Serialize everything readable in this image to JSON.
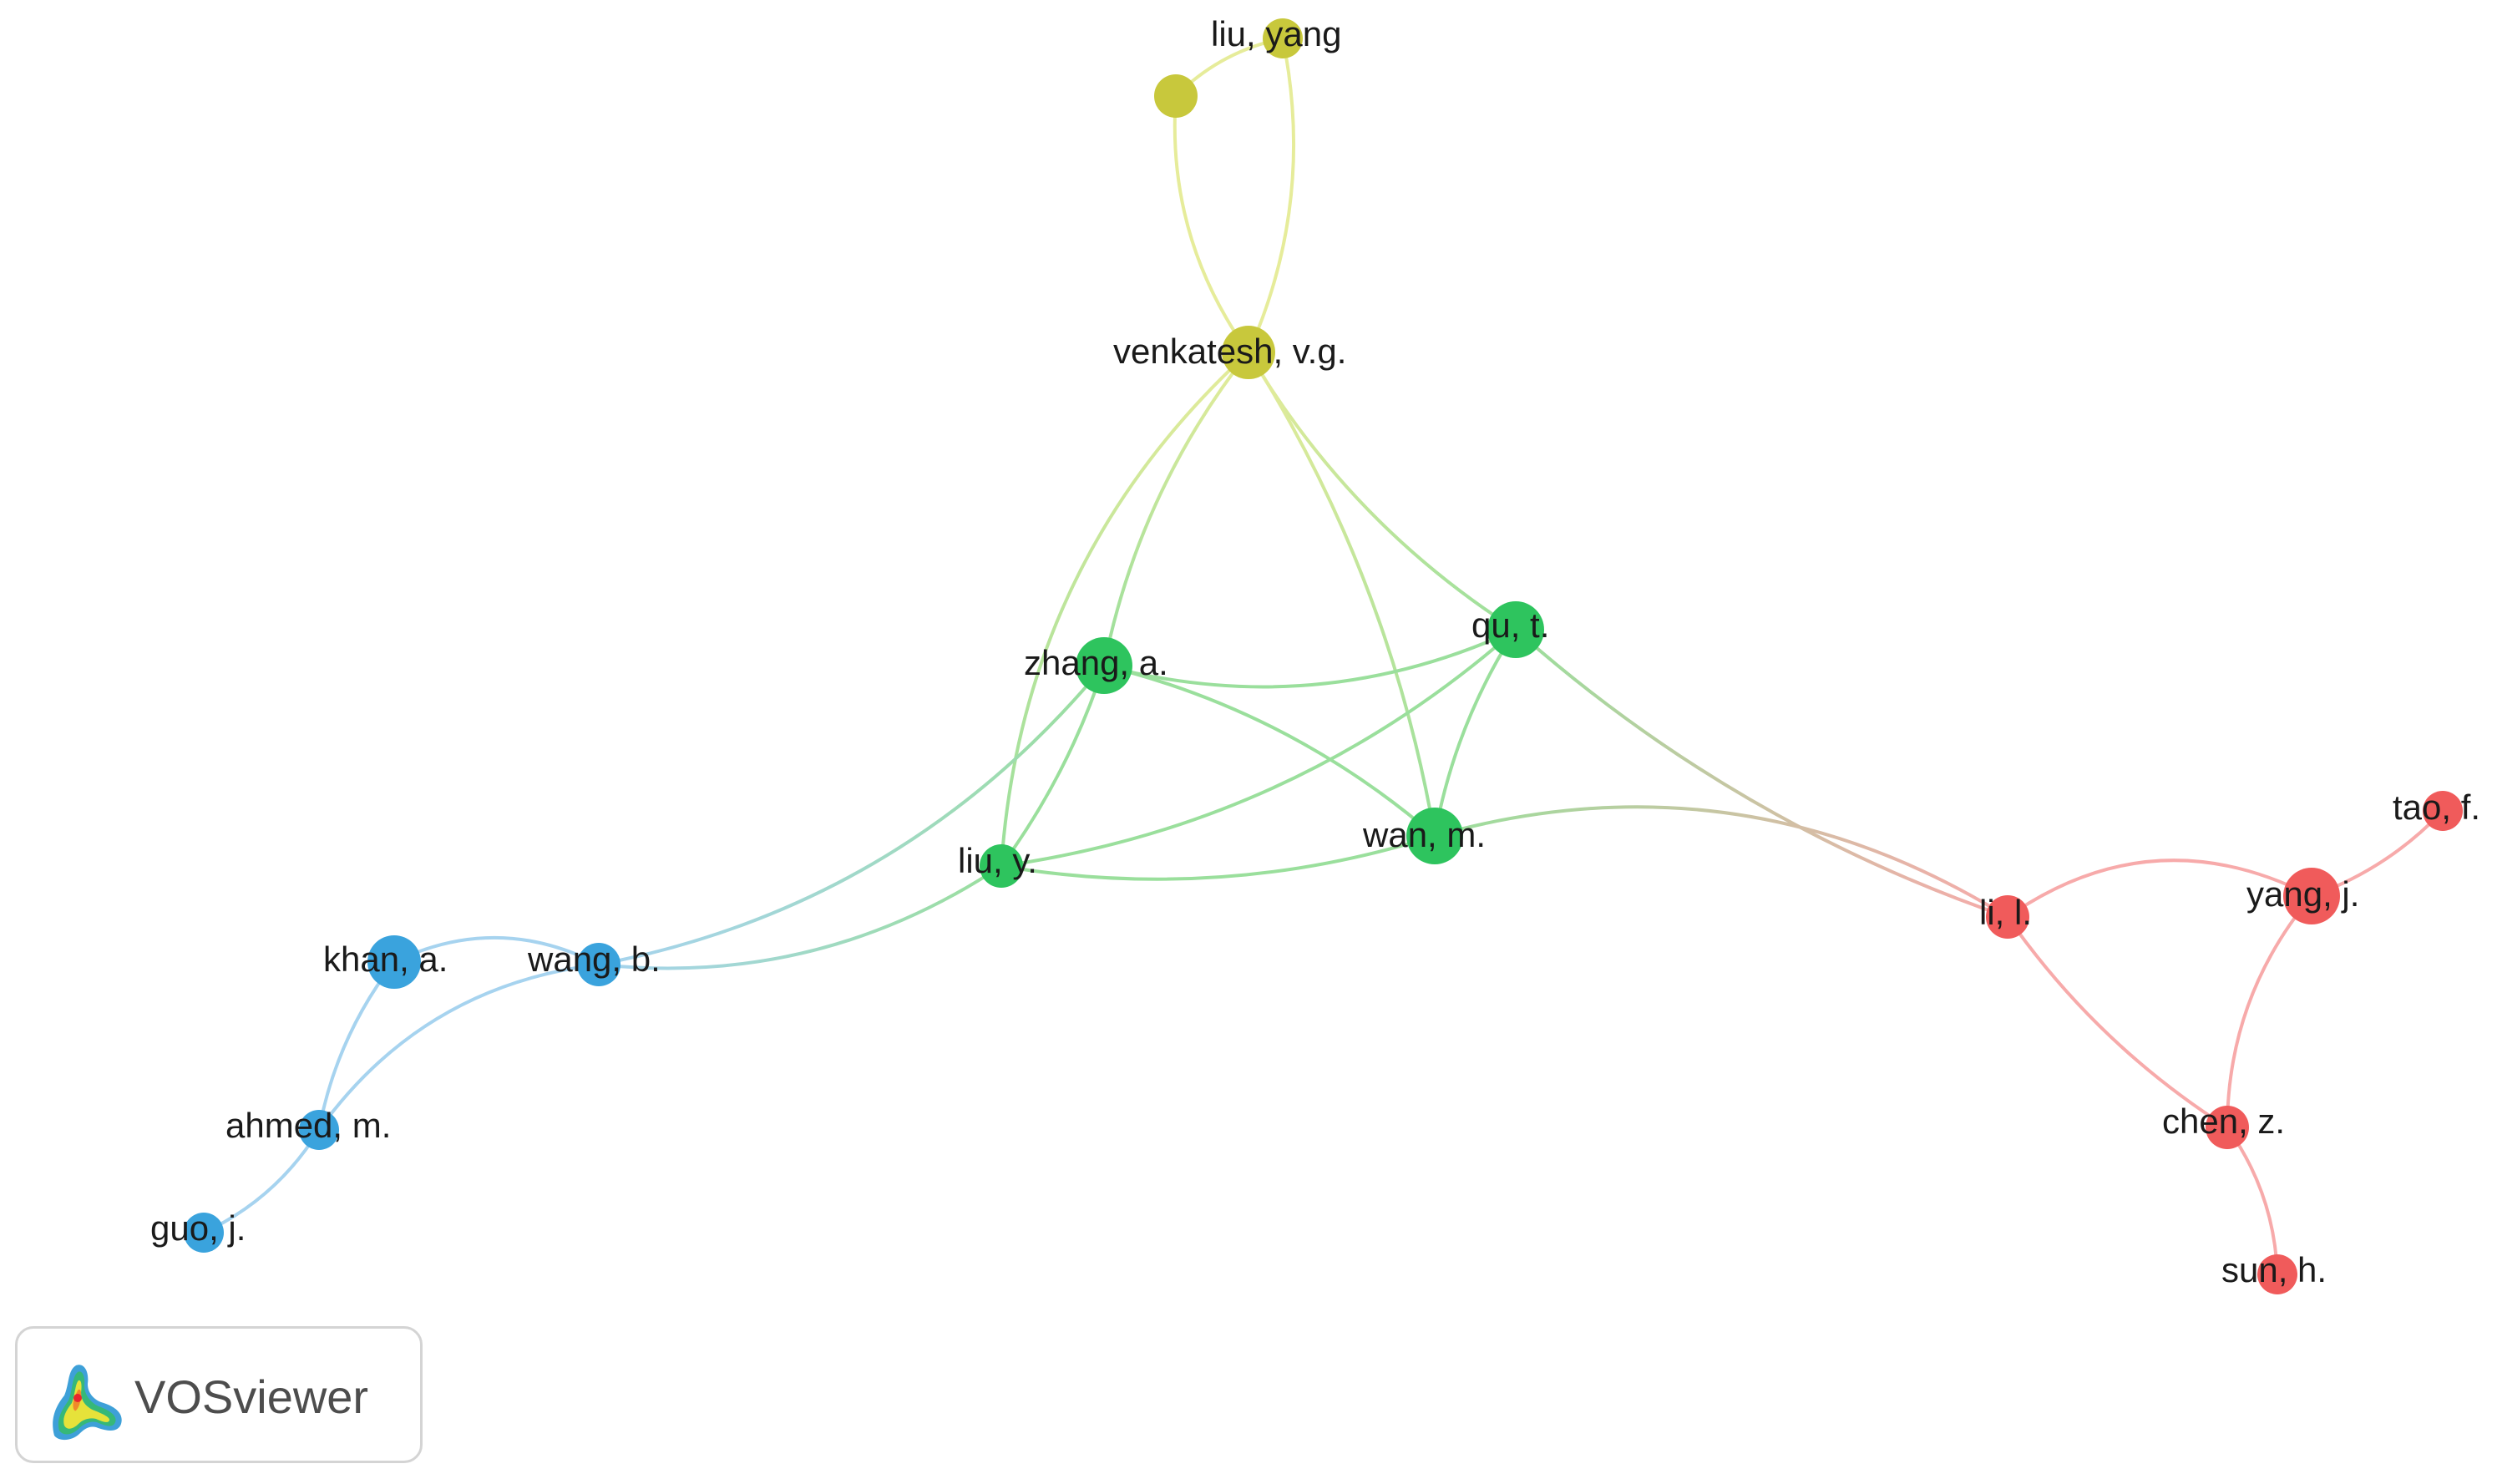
{
  "brand": {
    "name": "VOSviewer"
  },
  "clusters": {
    "yellow": "#c8c83c",
    "green": "#2ec45e",
    "blue": "#3aa3dd",
    "red": "#f05b5b"
  },
  "link_colors": {
    "yellow": "#e6ec9a",
    "green": "#9adf9c",
    "blue": "#a6d3ef",
    "red": "#f7aaaa"
  },
  "nodes": [
    {
      "id": "liu_yang",
      "label": "liu, yang",
      "cluster": "yellow"
    },
    {
      "id": "unlabeled_yellow",
      "label": "",
      "cluster": "yellow"
    },
    {
      "id": "venkatesh_vg",
      "label": "venkatesh, v.g.",
      "cluster": "yellow"
    },
    {
      "id": "qu_t",
      "label": "qu, t.",
      "cluster": "green"
    },
    {
      "id": "zhang_a",
      "label": "zhang, a.",
      "cluster": "green"
    },
    {
      "id": "wan_m",
      "label": "wan, m.",
      "cluster": "green"
    },
    {
      "id": "liu_y",
      "label": "liu, y.",
      "cluster": "green"
    },
    {
      "id": "khan_a",
      "label": "khan, a.",
      "cluster": "blue"
    },
    {
      "id": "wang_b",
      "label": "wang, b.",
      "cluster": "blue"
    },
    {
      "id": "ahmed_m",
      "label": "ahmed, m.",
      "cluster": "blue"
    },
    {
      "id": "guo_j",
      "label": "guo, j.",
      "cluster": "blue"
    },
    {
      "id": "li_l",
      "label": "li, l.",
      "cluster": "red"
    },
    {
      "id": "yang_j",
      "label": "yang, j.",
      "cluster": "red"
    },
    {
      "id": "tao_f",
      "label": "tao, f.",
      "cluster": "red"
    },
    {
      "id": "chen_z",
      "label": "chen, z.",
      "cluster": "red"
    },
    {
      "id": "sun_h",
      "label": "sun, h.",
      "cluster": "red"
    }
  ],
  "links": [
    {
      "from": "unlabeled_yellow",
      "to": "liu_yang"
    },
    {
      "from": "unlabeled_yellow",
      "to": "venkatesh_vg"
    },
    {
      "from": "liu_yang",
      "to": "venkatesh_vg"
    },
    {
      "from": "venkatesh_vg",
      "to": "zhang_a"
    },
    {
      "from": "venkatesh_vg",
      "to": "qu_t"
    },
    {
      "from": "venkatesh_vg",
      "to": "wan_m"
    },
    {
      "from": "venkatesh_vg",
      "to": "liu_y"
    },
    {
      "from": "zhang_a",
      "to": "qu_t"
    },
    {
      "from": "zhang_a",
      "to": "wan_m"
    },
    {
      "from": "zhang_a",
      "to": "liu_y"
    },
    {
      "from": "qu_t",
      "to": "wan_m"
    },
    {
      "from": "qu_t",
      "to": "liu_y"
    },
    {
      "from": "wan_m",
      "to": "liu_y"
    },
    {
      "from": "qu_t",
      "to": "li_l"
    },
    {
      "from": "wan_m",
      "to": "li_l"
    },
    {
      "from": "zhang_a",
      "to": "wang_b"
    },
    {
      "from": "liu_y",
      "to": "wang_b"
    },
    {
      "from": "khan_a",
      "to": "wang_b"
    },
    {
      "from": "khan_a",
      "to": "ahmed_m"
    },
    {
      "from": "wang_b",
      "to": "ahmed_m"
    },
    {
      "from": "ahmed_m",
      "to": "guo_j"
    },
    {
      "from": "li_l",
      "to": "yang_j"
    },
    {
      "from": "li_l",
      "to": "chen_z"
    },
    {
      "from": "yang_j",
      "to": "chen_z"
    },
    {
      "from": "yang_j",
      "to": "tao_f"
    },
    {
      "from": "chen_z",
      "to": "sun_h"
    }
  ]
}
